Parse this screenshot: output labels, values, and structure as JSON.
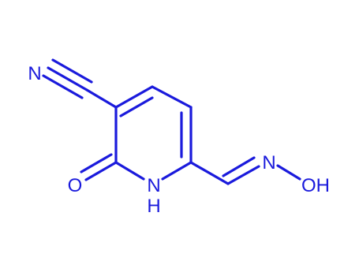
{
  "colors": {
    "bond": "#1a1adc",
    "atom": "#1a1adc",
    "background": "#ffffff"
  },
  "atoms": {
    "n_nitrile": "N",
    "o_carbonyl": "O",
    "n_ring": "N",
    "h_ring": "H",
    "n_oxime": "N",
    "oh_oxime": "OH"
  }
}
